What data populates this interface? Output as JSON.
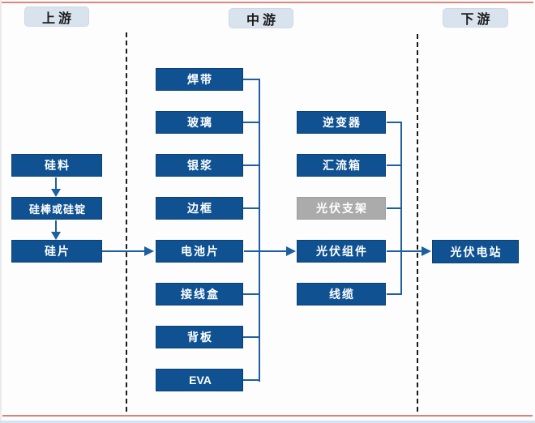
{
  "headers": {
    "upstream": "上游",
    "midstream": "中游",
    "downstream": "下游"
  },
  "upstream": {
    "silicon_material": "硅料",
    "silicon_rod_or_ingot": "硅棒或硅锭",
    "silicon_wafer": "硅片"
  },
  "midstream_materials": {
    "solder_ribbon": "焊带",
    "glass": "玻璃",
    "silver_paste": "银浆",
    "frame": "边框",
    "solar_cell": "电池片",
    "junction_box": "接线盒",
    "backsheet": "背板",
    "eva": "EVA"
  },
  "midstream_parts": {
    "inverter": "逆变器",
    "combiner_box": "汇流箱",
    "pv_mounting": "光伏支架",
    "pv_module": "光伏组件",
    "cable": "线缆"
  },
  "downstream": {
    "pv_power_station": "光伏电站"
  },
  "colors": {
    "node_blue": "#0f5191",
    "node_gray": "#ababab",
    "header_fill": "#d9e3ee",
    "connector_blue": "#1d5fa0",
    "accent_red": "#dd867c",
    "dashed_divider": "#1a1a1a"
  }
}
